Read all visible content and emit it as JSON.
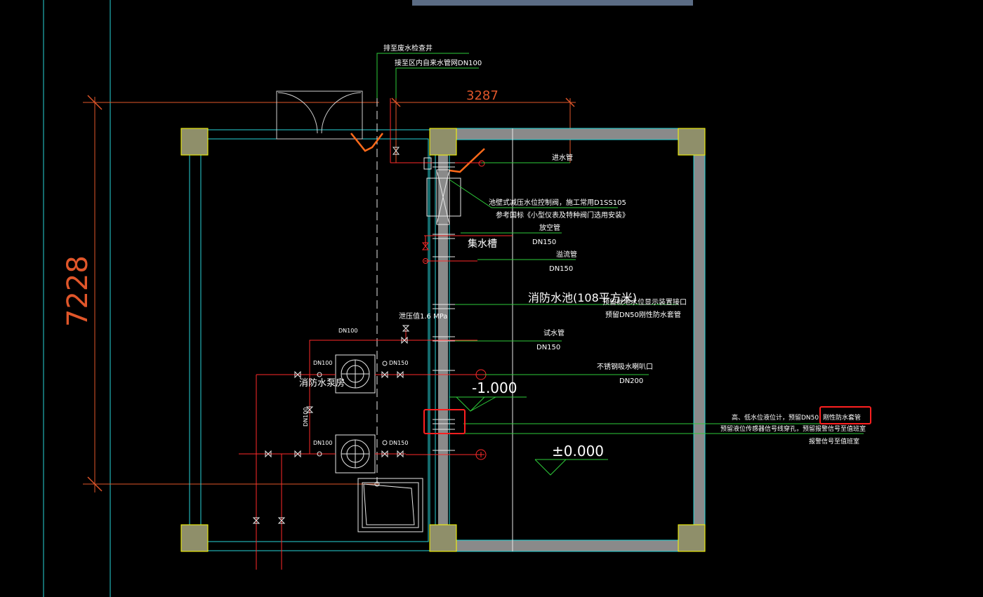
{
  "dimensions": {
    "vertical": "7228",
    "horizontal": "3287"
  },
  "labels": {
    "drain_to_well": "排至废水检查井",
    "city_water": "接至区内自来水管网DN100",
    "inlet_pipe": "进水管",
    "float_valve": "池壁式减压水位控制阀，施工常用D1SS105",
    "float_valve_ref": "参考国标《小型仪表及特种阀门选用安装》",
    "drain_pipe": "放空管",
    "drain_dn": "DN150",
    "sump": "集水槽",
    "overflow_pipe": "溢流管",
    "overflow_dn": "DN150",
    "pool_name": "消防水池(108平方米)",
    "level_display": "预留就地水位显示装置接口",
    "reserve_dn50": "预留DN50刚性防水套管",
    "pressure": "泄压值1.6 MPa",
    "test_pipe": "试水管",
    "test_dn": "DN150",
    "suction_port": "不锈钢吸水喇叭口",
    "suction_dn": "DN200",
    "pump_room": "消防水泵房",
    "elev_minus": "-1.000",
    "elev_zero": "±0.000",
    "level_gauge_a": "高、低水位液位计，预留DN50",
    "level_gauge_b": "刚性防水套管",
    "level_sensor": "预留液位传感器信号线穿孔，预留报警信号至值班室",
    "alarm_to_duty": "报警信号至值班室",
    "dn100_top": "DN100",
    "dn100_vert": "DN100",
    "pump_dn100_a": "DN100",
    "pump_dn150_a": "DN150",
    "pump_dn100_b": "DN100",
    "pump_dn150_b": "DN150"
  },
  "colors": {
    "background": "#000000",
    "wall_fill": "#8a8a8a",
    "wall_line": "#27d5d8",
    "column_fill": "#8f8f6a",
    "column_line": "#ffff00",
    "pipe_red": "#ff2a2a",
    "leader_green": "#2ecc3a",
    "dimension": "#e0562a",
    "highlight_box": "#ff2020",
    "top_bar": "#5b6c84"
  }
}
